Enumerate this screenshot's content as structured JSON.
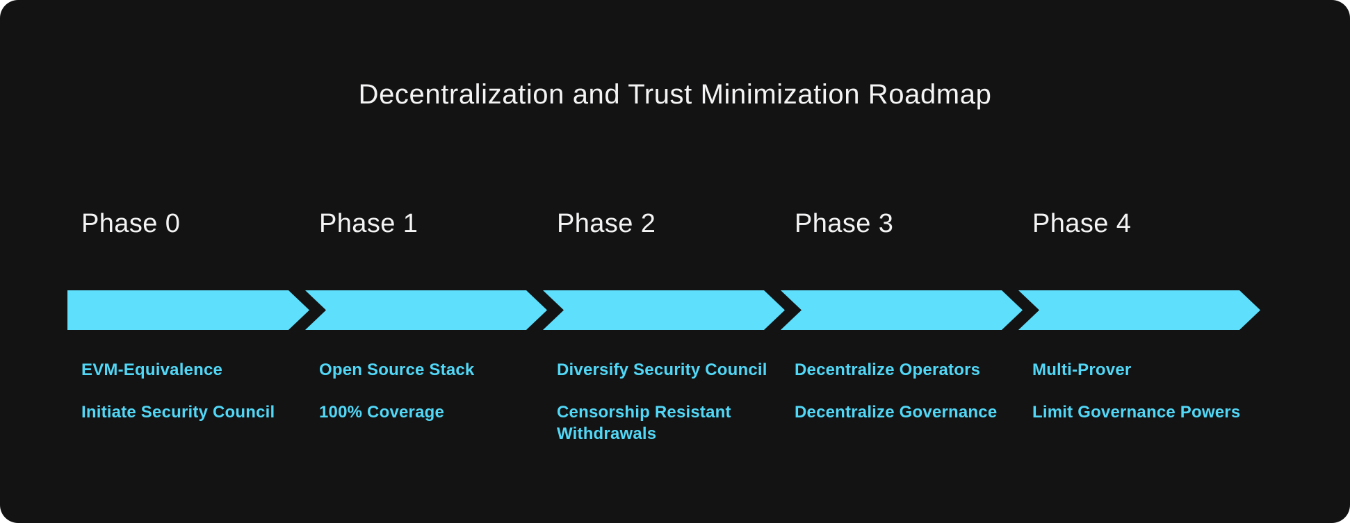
{
  "title": "Decentralization and Trust Minimization Roadmap",
  "colors": {
    "page_background": "#ffffff",
    "card_background": "#131314",
    "heading_text": "#f4f4f5",
    "arrow_fill": "#5edffc",
    "item_text": "#52d8f7"
  },
  "phases": [
    {
      "label": "Phase 0",
      "items": [
        "EVM-Equivalence",
        "Initiate Security Council"
      ]
    },
    {
      "label": "Phase 1",
      "items": [
        "Open Source Stack",
        "100% Coverage"
      ]
    },
    {
      "label": "Phase 2",
      "items": [
        "Diversify Security Council",
        "Censorship Resistant\nWithdrawals"
      ]
    },
    {
      "label": "Phase 3",
      "items": [
        "Decentralize Operators",
        "Decentralize Governance"
      ]
    },
    {
      "label": "Phase 4",
      "items": [
        "Multi-Prover",
        "Limit Governance Powers"
      ]
    }
  ]
}
